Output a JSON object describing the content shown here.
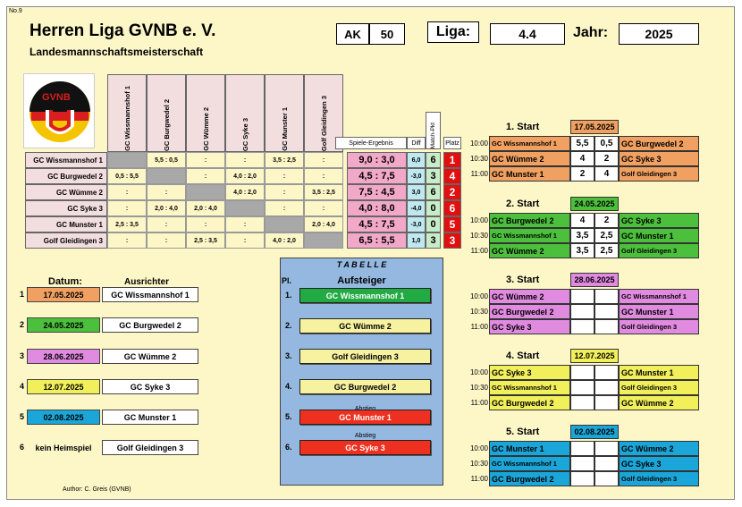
{
  "sheet_no": "No.9",
  "title": "Herren Liga GVNB e. V.",
  "subtitle": "Landesmannschaftsmeisterschaft",
  "logo_text": "GVNB",
  "ak_label": "AK",
  "ak_value": "50",
  "liga_label": "Liga:",
  "liga_value": "4.4",
  "jahr_label": "Jahr:",
  "jahr_value": "2025",
  "matrix": {
    "teams": [
      "GC Wissmannshof 1",
      "GC Burgwedel 2",
      "GC Wümme 2",
      "GC Syke 3",
      "GC Munster 1",
      "Golf Gleidingen 3"
    ],
    "col_spiele": "Spiele-Ergebnis",
    "col_diff": "Diff",
    "col_match": "Match-Pkt",
    "col_platz": "Platz",
    "cells": [
      [
        "",
        "5,5 : 0,5",
        ":",
        ":",
        "3,5 : 2,5",
        ":"
      ],
      [
        "0,5 : 5,5",
        "",
        ":",
        "4,0 : 2,0",
        ":",
        ":"
      ],
      [
        ":",
        ":",
        "",
        "4,0 : 2,0",
        ":",
        "3,5 : 2,5"
      ],
      [
        ":",
        "2,0 : 4,0",
        "2,0 : 4,0",
        "",
        ":",
        ":"
      ],
      [
        "2,5 : 3,5",
        ":",
        ":",
        ":",
        "",
        "2,0 : 4,0"
      ],
      [
        ":",
        ":",
        "2,5 : 3,5",
        ":",
        "4,0 : 2,0",
        ""
      ]
    ],
    "rows": [
      {
        "spiele": "9,0  :  3,0",
        "diff": "6,0",
        "match": "6",
        "platz": "1"
      },
      {
        "spiele": "4,5  :  7,5",
        "diff": "-3,0",
        "match": "3",
        "platz": "4"
      },
      {
        "spiele": "7,5  :  4,5",
        "diff": "3,0",
        "match": "6",
        "platz": "2"
      },
      {
        "spiele": "4,0  :  8,0",
        "diff": "-4,0",
        "match": "0",
        "platz": "6"
      },
      {
        "spiele": "4,5  :  7,5",
        "diff": "-3,0",
        "match": "0",
        "platz": "5"
      },
      {
        "spiele": "6,5  :  5,5",
        "diff": "1,0",
        "match": "3",
        "platz": "3"
      }
    ]
  },
  "dates": {
    "header_datum": "Datum:",
    "header_ausrichter": "Ausrichter",
    "items": [
      {
        "no": "1",
        "date": "17.05.2025",
        "host": "GC Wissmannshof 1",
        "color": "#f0a060"
      },
      {
        "no": "2",
        "date": "24.05.2025",
        "host": "GC Burgwedel 2",
        "color": "#4cc03c"
      },
      {
        "no": "3",
        "date": "28.06.2025",
        "host": "GC Wümme 2",
        "color": "#e08ae0"
      },
      {
        "no": "4",
        "date": "12.07.2025",
        "host": "GC Syke 3",
        "color": "#f2f05a"
      },
      {
        "no": "5",
        "date": "02.08.2025",
        "host": "GC Munster 1",
        "color": "#1aa6d8"
      },
      {
        "no": "6",
        "date": "kein Heimspiel",
        "host": "Golf Gleidingen 3",
        "color": ""
      }
    ]
  },
  "tabelle": {
    "title": "T A B E L L E",
    "pl_label": "Pl.",
    "aufsteiger_label": "Aufsteiger",
    "absteiger_label": "Abstieg",
    "items": [
      {
        "pl": "1.",
        "team": "GC Wissmannshof 1"
      },
      {
        "pl": "2.",
        "team": "GC Wümme 2"
      },
      {
        "pl": "3.",
        "team": "Golf Gleidingen 3"
      },
      {
        "pl": "4.",
        "team": "GC Burgwedel 2"
      },
      {
        "pl": "5.",
        "team": "GC Munster 1"
      },
      {
        "pl": "6.",
        "team": "GC Syke 3"
      }
    ]
  },
  "starts": [
    {
      "label": "1. Start",
      "date": "17.05.2025",
      "color": "#f0a060",
      "matches": [
        {
          "time": "10:00",
          "home": "GC Wissmannshof 1",
          "s1": "5,5",
          "s2": "0,5",
          "away": "GC Burgwedel 2"
        },
        {
          "time": "10:30",
          "home": "GC Wümme 2",
          "s1": "4",
          "s2": "2",
          "away": "GC Syke 3"
        },
        {
          "time": "11:00",
          "home": "GC Munster 1",
          "s1": "2",
          "s2": "4",
          "away": "Golf Gleidingen 3"
        }
      ]
    },
    {
      "label": "2. Start",
      "date": "24.05.2025",
      "color": "#4cc03c",
      "matches": [
        {
          "time": "10:00",
          "home": "GC Burgwedel 2",
          "s1": "4",
          "s2": "2",
          "away": "GC Syke 3"
        },
        {
          "time": "10:30",
          "home": "GC Wissmannshof 1",
          "s1": "3,5",
          "s2": "2,5",
          "away": "GC Munster 1"
        },
        {
          "time": "11:00",
          "home": "GC Wümme 2",
          "s1": "3,5",
          "s2": "2,5",
          "away": "Golf Gleidingen 3"
        }
      ]
    },
    {
      "label": "3. Start",
      "date": "28.06.2025",
      "color": "#e08ae0",
      "matches": [
        {
          "time": "10:00",
          "home": "GC Wümme 2",
          "s1": "",
          "s2": "",
          "away": "GC Wissmannshof 1"
        },
        {
          "time": "10:30",
          "home": "GC Burgwedel 2",
          "s1": "",
          "s2": "",
          "away": "GC Munster 1"
        },
        {
          "time": "11:00",
          "home": "GC Syke 3",
          "s1": "",
          "s2": "",
          "away": "Golf Gleidingen 3"
        }
      ]
    },
    {
      "label": "4. Start",
      "date": "12.07.2025",
      "color": "#f2f05a",
      "matches": [
        {
          "time": "10:00",
          "home": "GC Syke 3",
          "s1": "",
          "s2": "",
          "away": "GC Munster 1"
        },
        {
          "time": "10:30",
          "home": "GC Wissmannshof 1",
          "s1": "",
          "s2": "",
          "away": "Golf Gleidingen 3"
        },
        {
          "time": "11:00",
          "home": "GC Burgwedel 2",
          "s1": "",
          "s2": "",
          "away": "GC Wümme 2"
        }
      ]
    },
    {
      "label": "5. Start",
      "date": "02.08.2025",
      "color": "#1aa6d8",
      "matches": [
        {
          "time": "10:00",
          "home": "GC Munster 1",
          "s1": "",
          "s2": "",
          "away": "GC Wümme 2"
        },
        {
          "time": "10:30",
          "home": "GC Wissmannshof 1",
          "s1": "",
          "s2": "",
          "away": "GC Syke 3"
        },
        {
          "time": "11:00",
          "home": "GC Burgwedel 2",
          "s1": "",
          "s2": "",
          "away": "Golf Gleidingen 3"
        }
      ]
    }
  ],
  "author": "Author: C. Greis (GVNB)"
}
